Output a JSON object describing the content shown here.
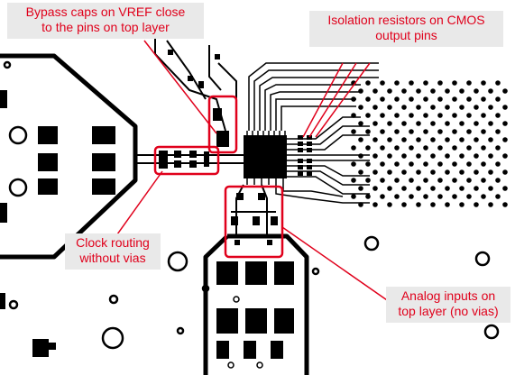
{
  "callouts": {
    "bypass": {
      "line1": "Bypass caps on VREF close",
      "line2": "to the pins on top layer"
    },
    "isolation": {
      "line1": "Isolation resistors on CMOS",
      "line2": "output pins"
    },
    "clock": {
      "line1": "Clock routing",
      "line2": "without vias"
    },
    "analog": {
      "line1": "Analog inputs on",
      "line2": "top layer (no vias)"
    }
  },
  "colors": {
    "copper": "#000000",
    "background": "#ffffff",
    "annotation": "#e0001b",
    "callout_fill": "#e9e9e9"
  }
}
